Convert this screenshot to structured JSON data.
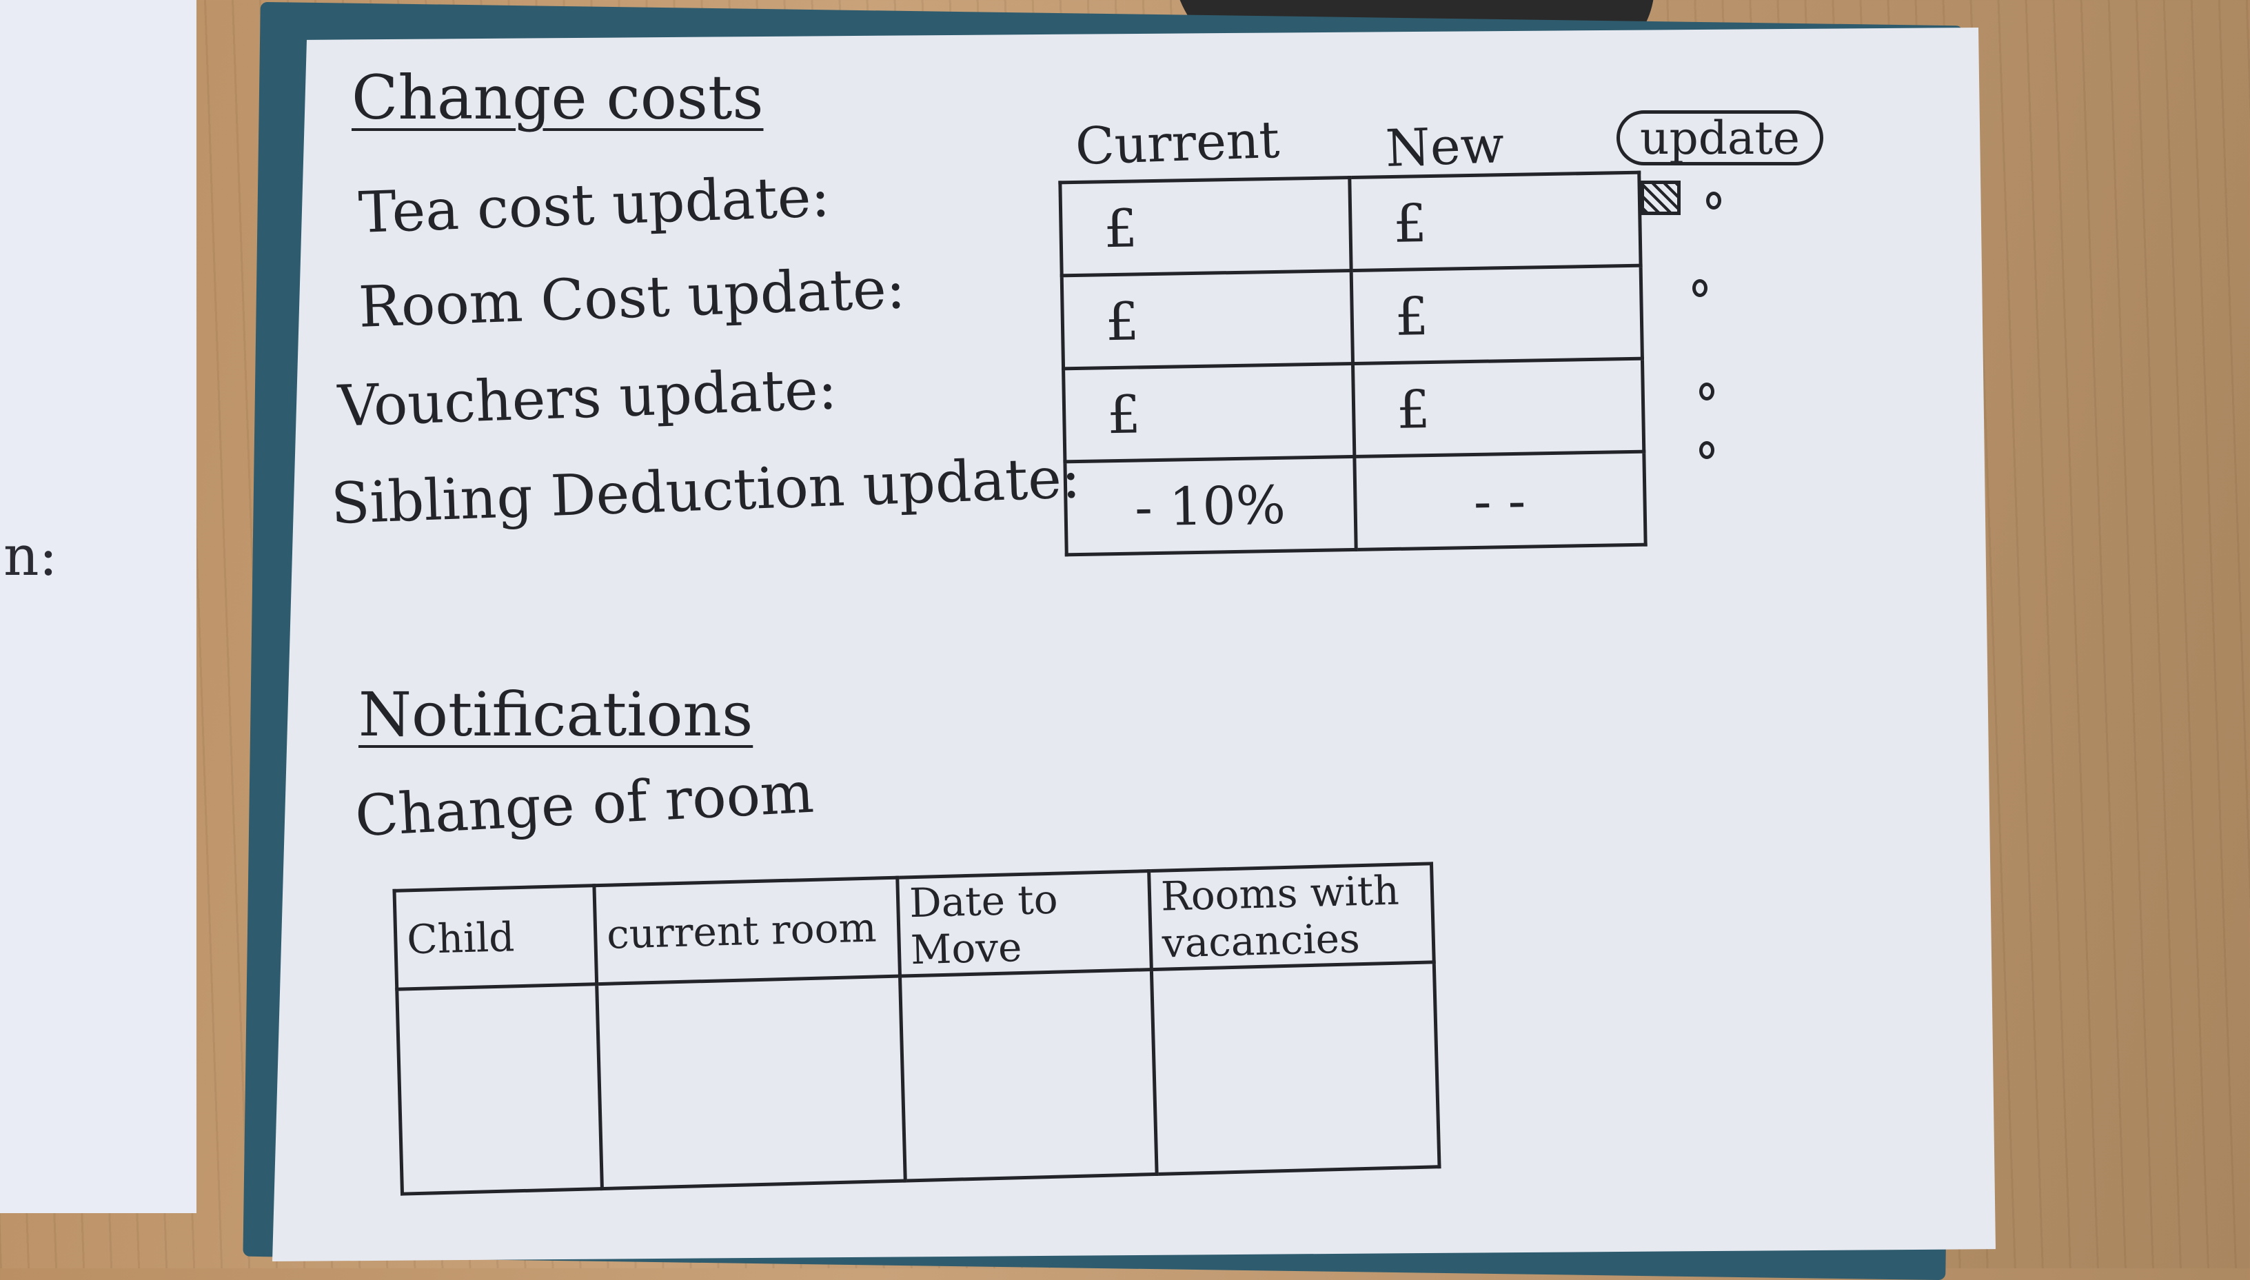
{
  "change_costs": {
    "title": "Change costs",
    "header": {
      "current": "Current",
      "new": "New",
      "update_button": "update"
    },
    "rows": [
      {
        "label": "Tea cost update:",
        "current": "£",
        "new": "£"
      },
      {
        "label": "Room Cost update:",
        "current": "£",
        "new": "£"
      },
      {
        "label": "Vouchers update:",
        "current": "£",
        "new": "£"
      },
      {
        "label": "Sibling Deduction update:",
        "current": "- 10%",
        "new": "- -"
      }
    ]
  },
  "notifications": {
    "title": "Notifications",
    "subtitle": "Change of room",
    "columns": [
      "Child",
      "current room",
      "Date to Move",
      "Rooms with vacancies"
    ]
  },
  "left_paper": {
    "fragment": "n:"
  },
  "colors": {
    "ink": "#23232a",
    "paper": "#e7e9f1",
    "board": "#2e5c6e",
    "desk": "#c9a27a"
  }
}
